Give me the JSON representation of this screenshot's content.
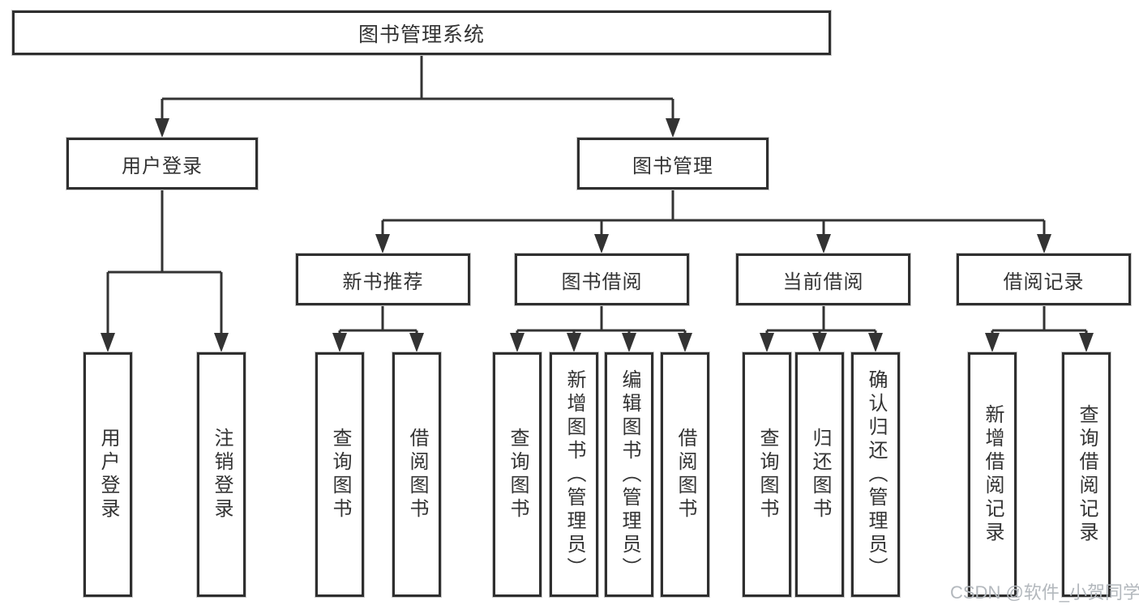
{
  "colors": {
    "line": "#333333",
    "box_border": "#2f2f2f",
    "box_fill": "#ffffff",
    "text": "#333333",
    "watermark": "#b3b8bd",
    "background": "#ffffff"
  },
  "watermark": {
    "text": "CSDN @软件_小贺同学"
  },
  "tree": {
    "root": {
      "label": "图书管理系统",
      "children": [
        {
          "label": "用户登录",
          "children": [
            {
              "label": "用户登录"
            },
            {
              "label": "注销登录"
            }
          ]
        },
        {
          "label": "图书管理",
          "children": [
            {
              "label": "新书推荐",
              "children": [
                {
                  "label": "查询图书"
                },
                {
                  "label": "借阅图书"
                }
              ]
            },
            {
              "label": "图书借阅",
              "children": [
                {
                  "label": "查询图书"
                },
                {
                  "label": "新增图书（管理员）"
                },
                {
                  "label": "编辑图书（管理员）"
                },
                {
                  "label": "借阅图书"
                }
              ]
            },
            {
              "label": "当前借阅",
              "children": [
                {
                  "label": "查询图书"
                },
                {
                  "label": "归还图书"
                },
                {
                  "label": "确认归还（管理员）"
                }
              ]
            },
            {
              "label": "借阅记录",
              "children": [
                {
                  "label": "新增借阅记录"
                },
                {
                  "label": "查询借阅记录"
                }
              ]
            }
          ]
        }
      ]
    }
  }
}
